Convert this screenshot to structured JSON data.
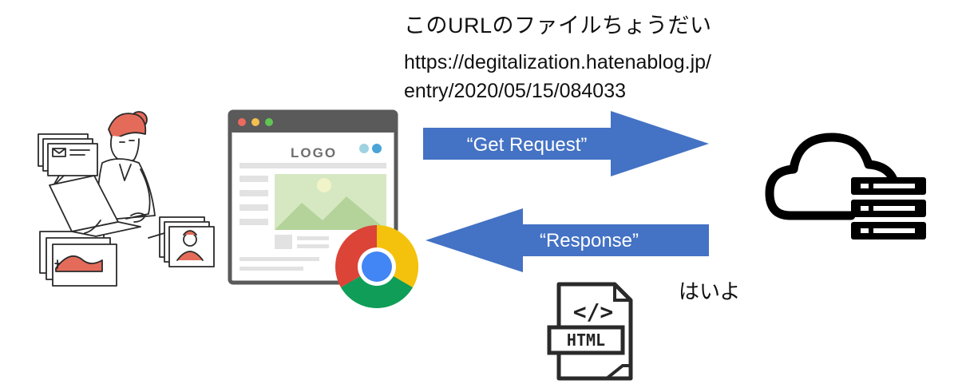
{
  "labels": {
    "request_caption": "このURLのファイルちょうだい",
    "url_line_1": "https://degitalization.hatenablog.jp/",
    "url_line_2": "entry/2020/05/15/084033",
    "response_caption": "はいよ"
  },
  "arrows": {
    "request_label": "“Get Request”",
    "response_label": "“Response”"
  },
  "browser": {
    "logo_text": "LOGO",
    "icon": "chrome-logo-icon"
  },
  "file": {
    "tag_text": "</>",
    "type_text": "HTML",
    "icon": "html-file-icon"
  },
  "server": {
    "icon": "cloud-server-icon"
  },
  "user": {
    "icon": "person-at-laptop-illustration"
  },
  "colors": {
    "arrow_fill": "#4472c4",
    "user_hair": "#e46b5a",
    "browser_frame": "#5a5a5a",
    "dot_red": "#ec6a5e",
    "dot_yellow": "#f4bf4f",
    "dot_green": "#61c554",
    "image_green": "#c7dfb0",
    "chrome_red": "#db4437",
    "chrome_green": "#0f9d58",
    "chrome_yellow": "#f4c20d",
    "chrome_blue": "#4285f4"
  }
}
